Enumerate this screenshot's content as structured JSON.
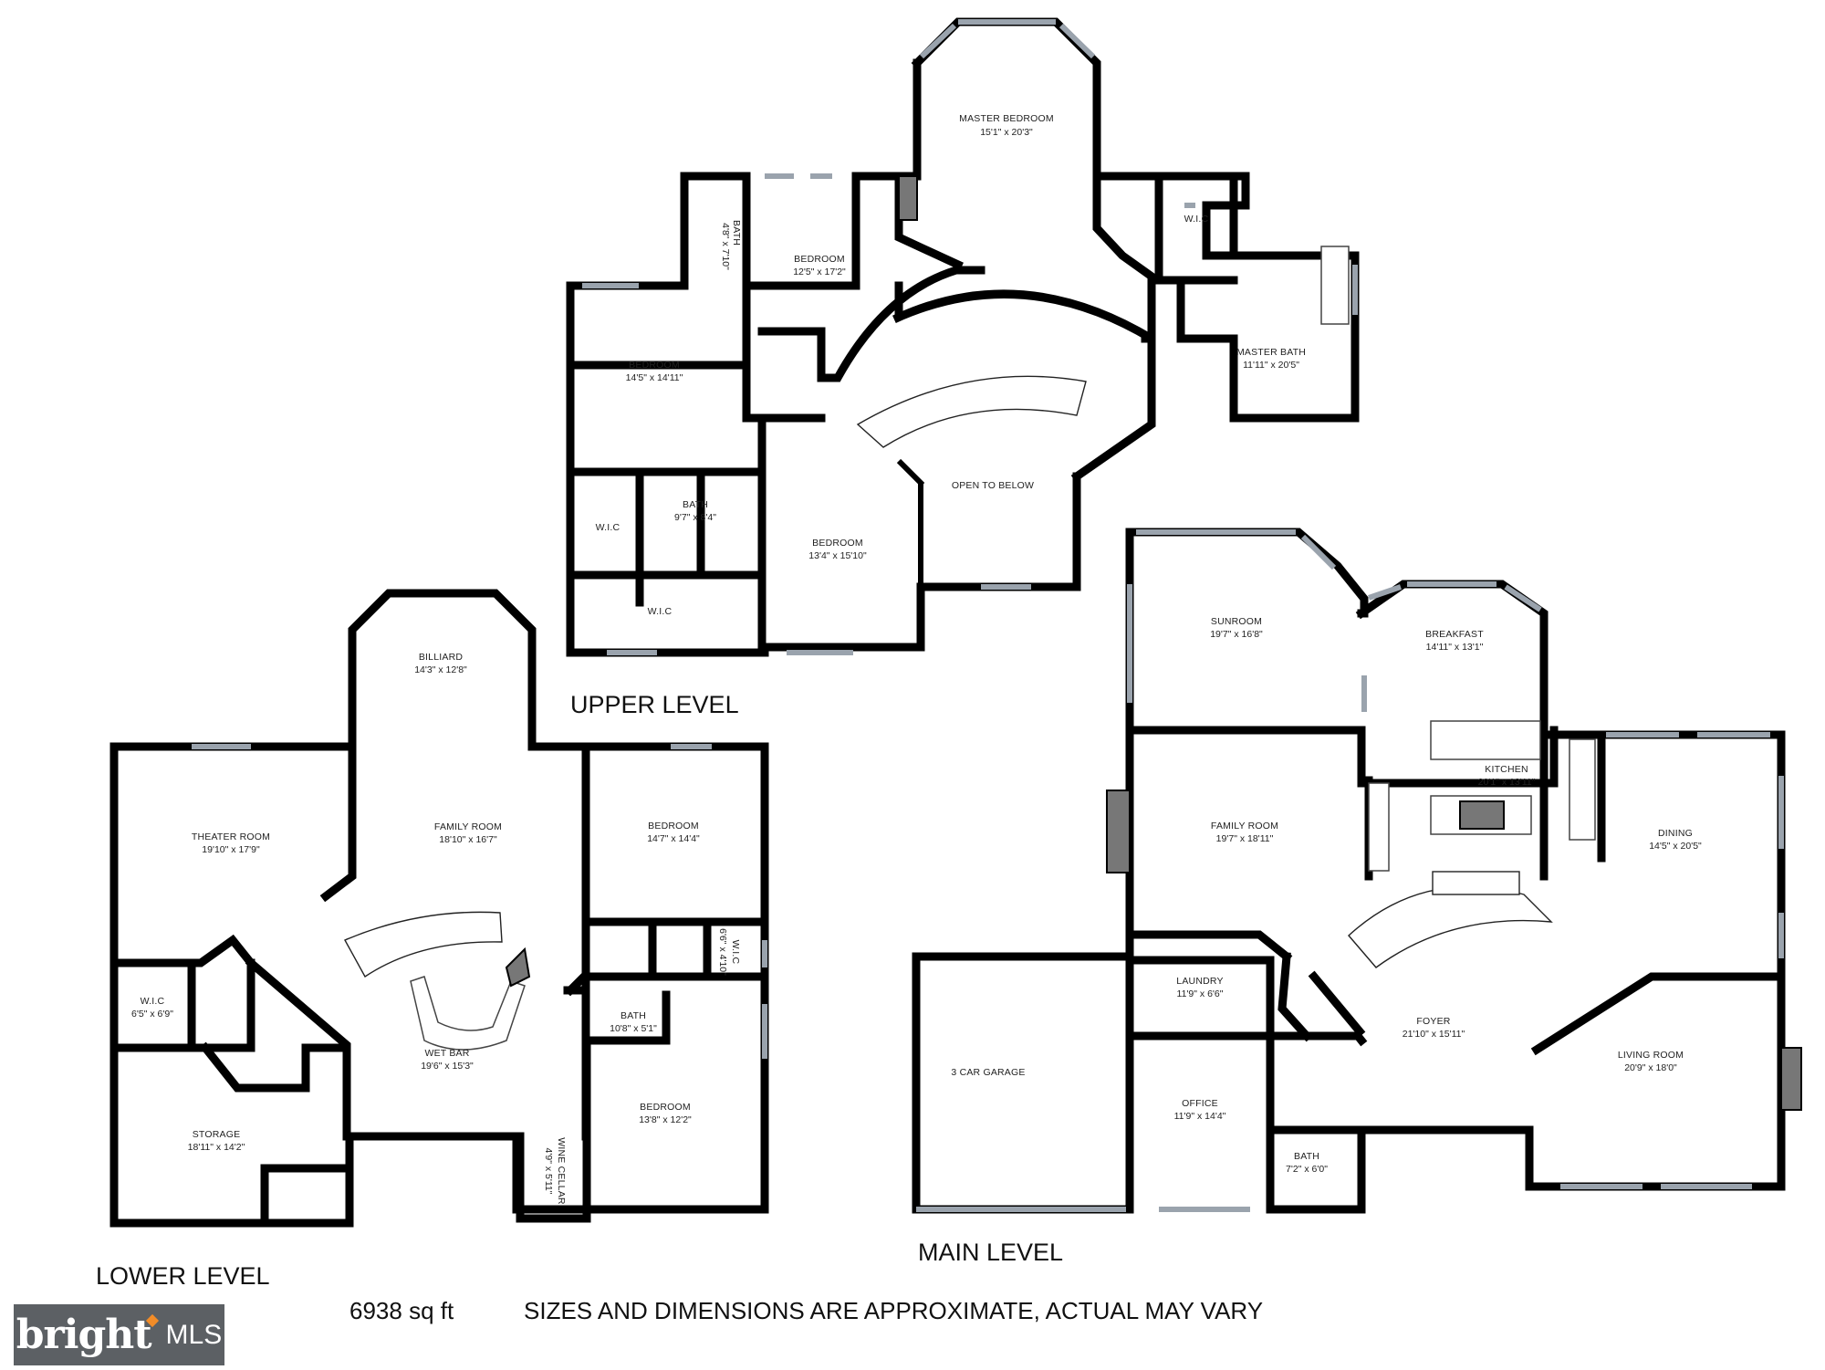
{
  "levels": {
    "upper": "UPPER LEVEL",
    "main": "MAIN LEVEL",
    "lower": "LOWER LEVEL"
  },
  "footer": {
    "area": "6938 sq ft",
    "disclaimer": "SIZES AND DIMENSIONS ARE APPROXIMATE, ACTUAL MAY VARY"
  },
  "logo": {
    "word": "bright",
    "suffix": "MLS"
  },
  "rooms": {
    "upper": [
      {
        "id": "master-bedroom",
        "name": "MASTER BEDROOM",
        "dim": "15'1\" x 20'3\""
      },
      {
        "id": "bedroom-1",
        "name": "BEDROOM",
        "dim": "12'5\" x 17'2\""
      },
      {
        "id": "bedroom-2",
        "name": "BEDROOM",
        "dim": "14'5\" x 14'11\""
      },
      {
        "id": "bedroom-3",
        "name": "BEDROOM",
        "dim": "13'4\" x 15'10\""
      },
      {
        "id": "bath-upper-a",
        "name": "BATH",
        "dim": "4'8\" x 7'10\""
      },
      {
        "id": "bath-upper-b",
        "name": "BATH",
        "dim": "9'7\" x 8'4\""
      },
      {
        "id": "wic-upper-master",
        "name": "W.I.C",
        "dim": ""
      },
      {
        "id": "wic-upper-a",
        "name": "W.I.C",
        "dim": ""
      },
      {
        "id": "wic-upper-b",
        "name": "W.I.C",
        "dim": ""
      },
      {
        "id": "master-bath",
        "name": "MASTER BATH",
        "dim": "11'11\" x 20'5\""
      },
      {
        "id": "open-to-below",
        "name": "OPEN TO BELOW",
        "dim": ""
      }
    ],
    "main": [
      {
        "id": "sunroom",
        "name": "SUNROOM",
        "dim": "19'7\" x 16'8\""
      },
      {
        "id": "breakfast",
        "name": "BREAKFAST",
        "dim": "14'11\" x 13'1\""
      },
      {
        "id": "kitchen",
        "name": "KITCHEN",
        "dim": "20'1\" x 13'11\""
      },
      {
        "id": "family-room-main",
        "name": "FAMILY ROOM",
        "dim": "19'7\" x 18'11\""
      },
      {
        "id": "dining",
        "name": "DINING",
        "dim": "14'5\" x 20'5\""
      },
      {
        "id": "laundry",
        "name": "LAUNDRY",
        "dim": "11'9\" x 6'6\""
      },
      {
        "id": "foyer",
        "name": "FOYER",
        "dim": "21'10\" x 15'11\""
      },
      {
        "id": "living-room",
        "name": "LIVING ROOM",
        "dim": "20'9\" x 18'0\""
      },
      {
        "id": "garage",
        "name": "3 CAR GARAGE",
        "dim": ""
      },
      {
        "id": "office",
        "name": "OFFICE",
        "dim": "11'9\" x 14'4\""
      },
      {
        "id": "bath-main",
        "name": "BATH",
        "dim": "7'2\" x 6'0\""
      }
    ],
    "lower": [
      {
        "id": "billiard",
        "name": "BILLIARD",
        "dim": "14'3\" x 12'8\""
      },
      {
        "id": "theater-room",
        "name": "THEATER ROOM",
        "dim": "19'10\" x 17'9\""
      },
      {
        "id": "family-room-lower",
        "name": "FAMILY ROOM",
        "dim": "18'10\" x 16'7\""
      },
      {
        "id": "bedroom-lower-a",
        "name": "BEDROOM",
        "dim": "14'7\" x 14'4\""
      },
      {
        "id": "wic-lower-a",
        "name": "W.I.C",
        "dim": "6'5\" x 6'9\""
      },
      {
        "id": "wic-lower-b",
        "name": "W.I.C",
        "dim": "6'6\" x 4'10\""
      },
      {
        "id": "bath-lower",
        "name": "BATH",
        "dim": "10'8\" x 5'1\""
      },
      {
        "id": "wet-bar",
        "name": "WET BAR",
        "dim": "19'6\" x 15'3\""
      },
      {
        "id": "storage",
        "name": "STORAGE",
        "dim": "18'11\" x 14'2\""
      },
      {
        "id": "wine-cellar",
        "name": "WINE CELLAR",
        "dim": "4'9\" x 5'11\""
      },
      {
        "id": "bedroom-lower-b",
        "name": "BEDROOM",
        "dim": "13'8\" x 12'2\""
      }
    ]
  }
}
